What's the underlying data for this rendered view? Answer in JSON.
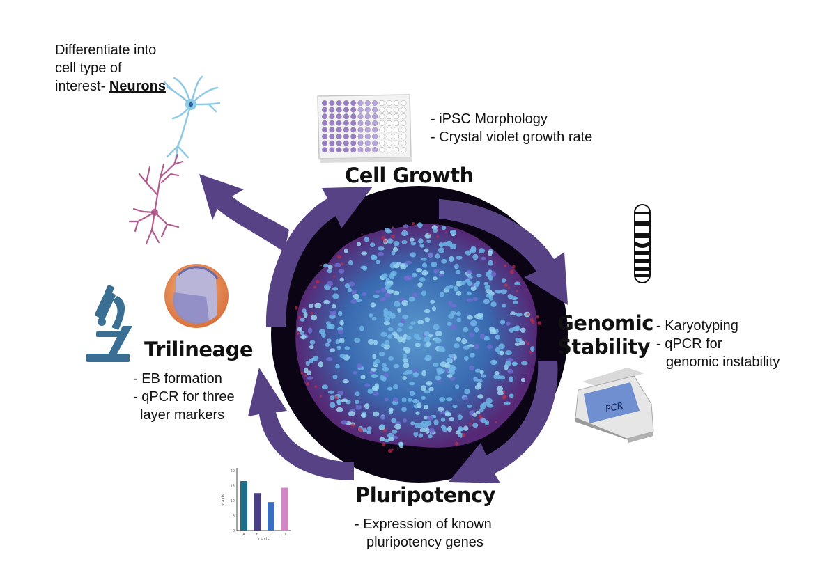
{
  "differentiate": {
    "line1": "Differentiate into",
    "line2": "cell type of",
    "line3_prefix": "interest- ",
    "line3_emph": "Neurons"
  },
  "cell_growth": {
    "title": "Cell Growth",
    "bullets": [
      "- iPSC Morphology",
      "- Crystal violet growth rate"
    ]
  },
  "genomic": {
    "title_line1": "Genomic",
    "title_line2": "Stability",
    "bullets": [
      "- Karyotyping",
      "- qPCR for",
      "genomic instability"
    ],
    "machine_label": "PCR"
  },
  "pluripotency": {
    "title": "Pluripotency",
    "bullets": [
      "- Expression of known",
      "pluripotency genes"
    ]
  },
  "trilineage": {
    "title": "Trilineage",
    "bullets": [
      "- EB formation",
      "- qPCR for three",
      "layer markers"
    ]
  },
  "mini_chart": {
    "xlabel": "x axis",
    "ylabel": "y axis",
    "y_ticks": [
      "0",
      "5",
      "10",
      "15",
      "20"
    ]
  },
  "chart_data": {
    "type": "bar",
    "categories": [
      "A",
      "B",
      "C",
      "D"
    ],
    "values": [
      16.5,
      12.5,
      9.5,
      14.3
    ],
    "xlabel": "x axis",
    "ylabel": "y axis",
    "ylim": [
      0,
      20
    ],
    "bar_colors": [
      "#1e6e8a",
      "#4a3d85",
      "#3a6fbf",
      "#d487c6"
    ]
  },
  "colors": {
    "arrow": "#574286",
    "neuron_upper": "#8ec9e6",
    "neuron_lower": "#b25c8f",
    "colony_bg": "#0a0414",
    "nuclei": "#4aa3d6"
  }
}
